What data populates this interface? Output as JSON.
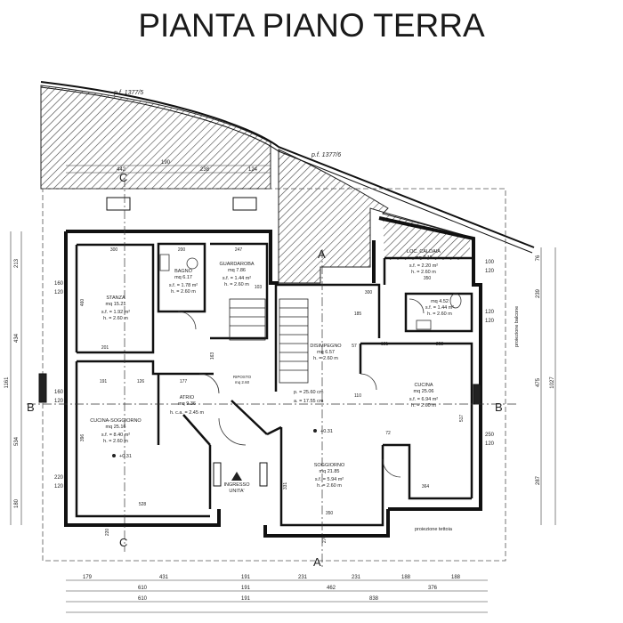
{
  "title": "PIANTA PIANO TERRA",
  "parcels": [
    "p.f. 1377/5",
    "p.f. 1377/6"
  ],
  "rooms": {
    "stanza": {
      "name": "STANZA",
      "area": "mq 15.21",
      "sf": "s.f. = 1.92 m²",
      "h": "h. = 2.60 m"
    },
    "bagno": {
      "name": "BAGNO",
      "area": "mq 6.17",
      "sf": "s.f. = 1.78 m²",
      "h": "h. = 2.60 m"
    },
    "guardaroba": {
      "name": "GUARDAROBA",
      "area": "mq 7.86",
      "sf": "s.f. = 1.44 m²",
      "h": "h. = 2.60 m"
    },
    "caldaia": {
      "name": "LOC. CALDAIA",
      "area": "mq 7.15",
      "sf": "s.f. = 2.20 m²",
      "h": "h. = 2.60 m"
    },
    "wc": {
      "area": "mq 4.52",
      "sf": "s.f. = 1.44 m²",
      "h": "h. = 2.60 m"
    },
    "ripostiglio": {
      "name": "RIPOSTO",
      "area": "mq 2.60"
    },
    "disimpegno": {
      "name": "DISIMPEGNO",
      "area": "mq 6.57",
      "h": "h. = 2.60 m"
    },
    "cucina": {
      "name": "CUCINA",
      "area": "mq 25.06",
      "sf": "s.f. = 6.94 m²",
      "h": "h. = 2.60 m"
    },
    "atrio": {
      "name": "ATRIO",
      "area": "mq 9.36",
      "h": "h. c.a. = 2.45 m"
    },
    "cucina_sogg": {
      "name": "CUCINA-SOGGIORNO",
      "area": "mq 25.16",
      "sf": "s.f. = 8.40 m²",
      "h": "h. = 2.60 m"
    },
    "soggiorno": {
      "name": "SOGGIORNO",
      "area": "mq 21.85",
      "sf": "s.f. = 5.94 m²",
      "h": "h. = 2.60 m"
    }
  },
  "notes": {
    "stair_p": "p. = 25.60 cm",
    "stair_a": "a. = 17.55 cm",
    "ingresso": "INGRESSO",
    "unita": "UNITA'",
    "proiezione_tettoia": "proiezione tettoia",
    "proiezione_balcone": "proiezione balcone",
    "level_left": "+0.31",
    "level_center": "+0.31"
  },
  "sections": [
    "A",
    "B",
    "C"
  ],
  "dims": {
    "top_row1": [
      "442",
      "238",
      "124"
    ],
    "top_row0": [
      "190"
    ],
    "bottom_row1": [
      "179",
      "431",
      "191",
      "231",
      "231",
      "188",
      "188"
    ],
    "bottom_row2": [
      "610",
      "191",
      "462",
      "376"
    ],
    "bottom_row3": [
      "610",
      "191",
      "838"
    ],
    "left_outer": [
      "213",
      "434",
      "534",
      "180"
    ],
    "left_total": "1161",
    "left_inner": [
      "160",
      "120",
      "160",
      "120",
      "220",
      "120"
    ],
    "right_outer": [
      "76",
      "239",
      "475",
      "287"
    ],
    "right_total": "1027",
    "right_inner": [
      "100",
      "120",
      "120",
      "120",
      "250",
      "120"
    ],
    "room_widths": [
      "300",
      "200",
      "247",
      "300",
      "350",
      "201",
      "191",
      "126",
      "177",
      "252",
      "181",
      "110",
      "364",
      "528",
      "350",
      "185",
      "57",
      "72"
    ],
    "small_heights": [
      "460",
      "396",
      "331",
      "517",
      "270",
      "220",
      "103",
      "163"
    ]
  }
}
